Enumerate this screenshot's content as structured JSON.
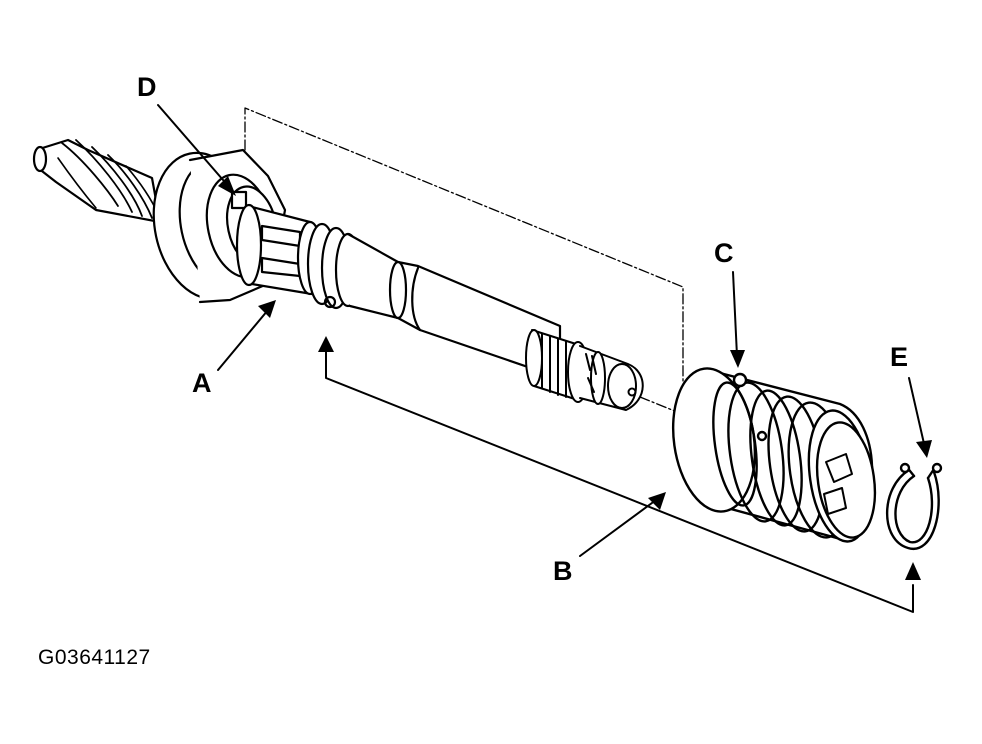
{
  "figure": {
    "callouts": {
      "a": "A",
      "b": "B",
      "c": "C",
      "d": "D",
      "e": "E"
    },
    "figure_id": "G03641127",
    "line_color": "#000000",
    "background": "#ffffff"
  }
}
